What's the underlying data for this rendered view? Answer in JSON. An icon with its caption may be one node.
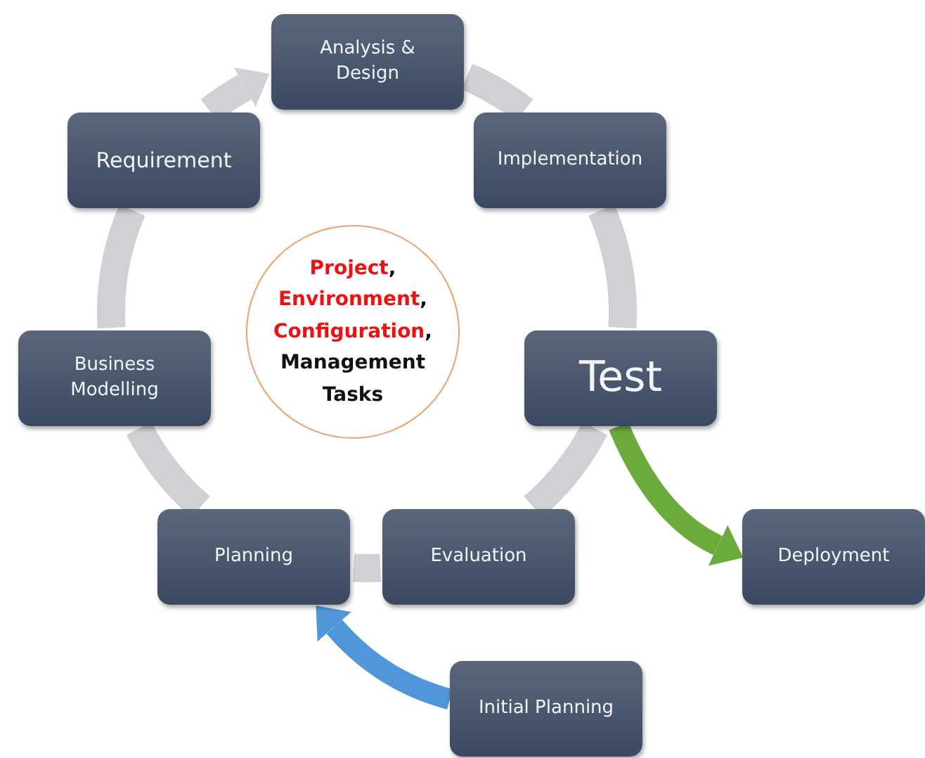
{
  "diagram": {
    "nodes": [
      {
        "text": [
          "Analysis & Design"
        ]
      },
      {
        "text": [
          "Requirement"
        ]
      },
      {
        "text": [
          "Implementation"
        ]
      },
      {
        "text": [
          "*Project*, *Environment*, *Configuration*, Management Tasks"
        ]
      },
      {
        "text": [
          "Business Modelling"
        ]
      },
      {
        "text": [
          "Test"
        ]
      },
      {
        "text": [
          "Planning"
        ]
      },
      {
        "text": [
          "Evaluation"
        ]
      },
      {
        "text": [
          "Deployment"
        ]
      },
      {
        "text": [
          "Initial Planning"
        ]
      }
    ],
    "edges": [
      {
        "from": 0,
        "to": 2,
        "arrow": "none"
      },
      {
        "from": 2,
        "to": 5,
        "arrow": "none"
      },
      {
        "from": 5,
        "to": 7,
        "arrow": "none"
      },
      {
        "from": 7,
        "to": 6,
        "arrow": "none"
      },
      {
        "from": 6,
        "to": 4,
        "arrow": "none"
      },
      {
        "from": 4,
        "to": 1,
        "arrow": "none"
      },
      {
        "from": 1,
        "to": 0,
        "arrow": "to"
      },
      {
        "from": 5,
        "to": 8,
        "arrow": "to",
        "color": "#6aab3c"
      },
      {
        "from": 9,
        "to": 6,
        "arrow": "to",
        "color": "#4f97d8"
      }
    ]
  }
}
